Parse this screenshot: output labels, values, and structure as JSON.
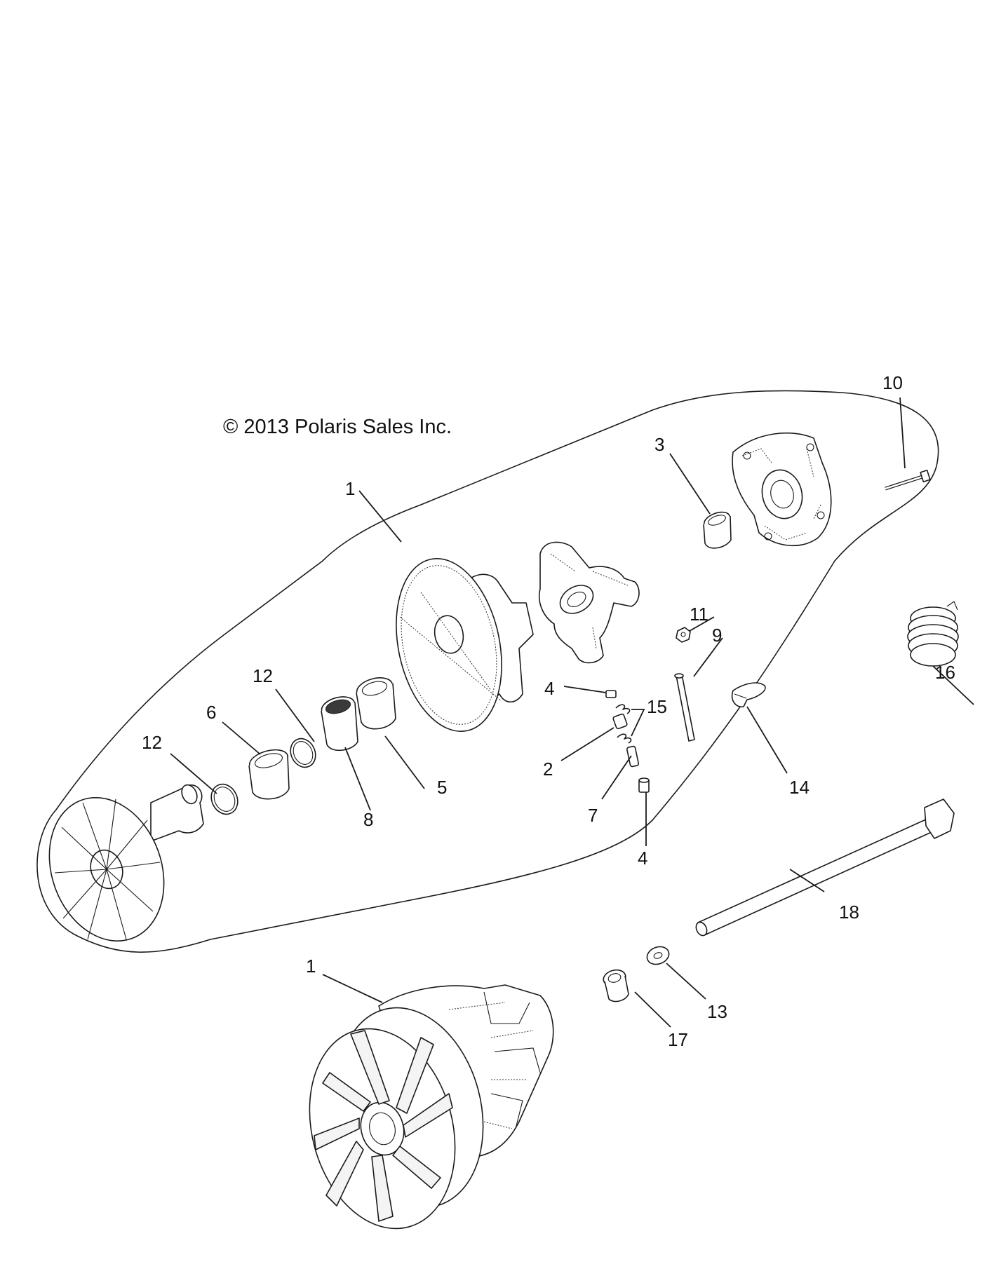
{
  "copyright": "© 2013 Polaris Sales Inc.",
  "callouts": {
    "c10": "10",
    "c3": "3",
    "c1a": "1",
    "c11": "11",
    "c9": "9",
    "c16": "16",
    "c12a": "12",
    "c4a": "4",
    "c15": "15",
    "c6": "6",
    "c12b": "12",
    "c2": "2",
    "c5": "5",
    "c14": "14",
    "c8": "8",
    "c7": "7",
    "c4b": "4",
    "c18": "18",
    "c1b": "1",
    "c13": "13",
    "c17": "17"
  },
  "colors": {
    "line": "#1a1a1a",
    "background": "#ffffff"
  }
}
